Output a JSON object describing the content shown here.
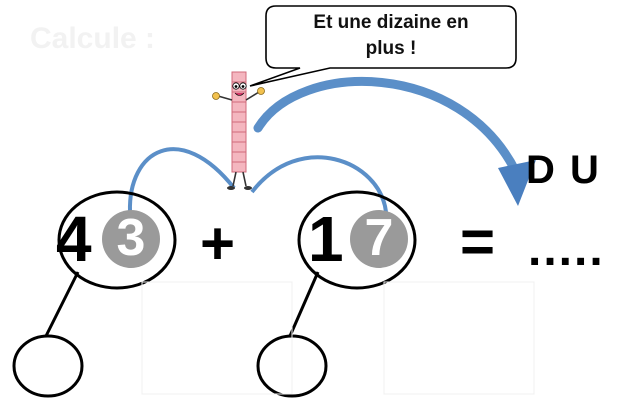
{
  "title": "Calcule :",
  "speech": {
    "line1": "Et une dizaine en",
    "line2": "plus !"
  },
  "place_value_header": "D U",
  "operation": {
    "left_tens": "4",
    "left_units": "3",
    "operator": "+",
    "right_tens": "1",
    "right_units": "7",
    "equals": "=",
    "answer_blank": "....."
  },
  "colors": {
    "arrow": "#5b8fc8",
    "units_circle": "#9a9a9a",
    "ten_rod": "#f4b6bf",
    "ten_rod_edge": "#d06b7b"
  },
  "icons": {
    "character": "ten-rod-character-icon"
  }
}
